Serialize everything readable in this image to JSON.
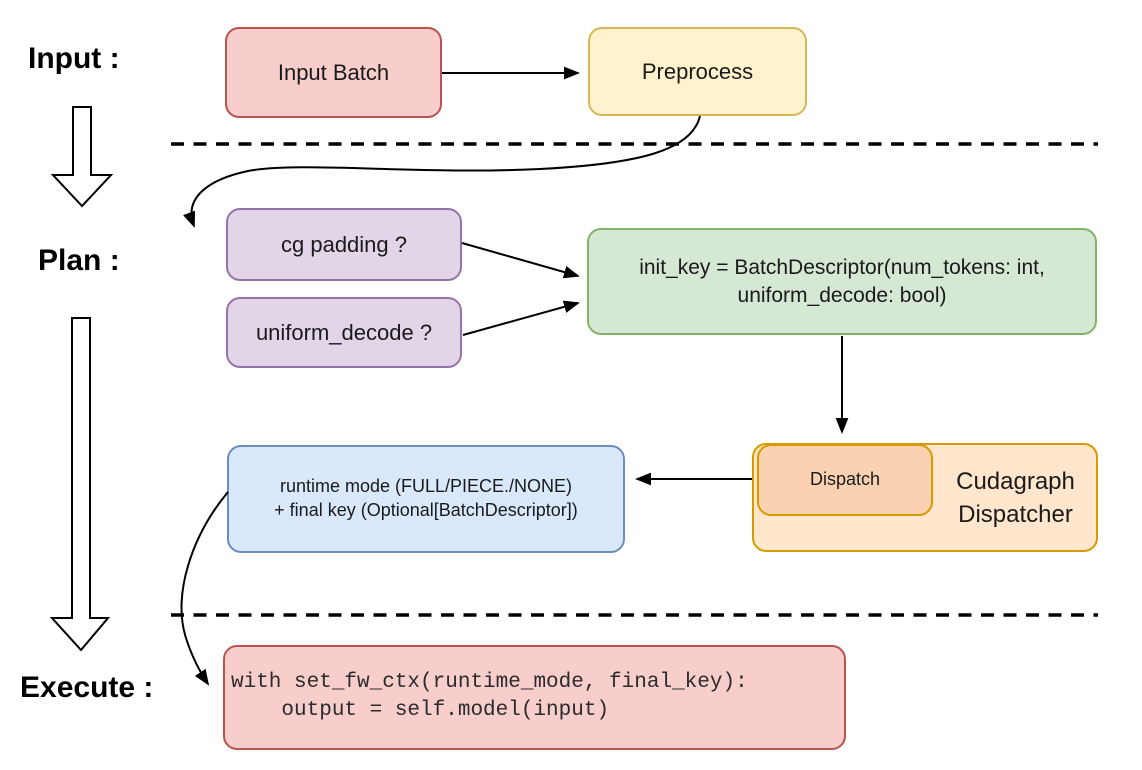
{
  "stages": {
    "input": "Input :",
    "plan": "Plan :",
    "execute": "Execute :"
  },
  "nodes": {
    "input_batch": {
      "label": "Input Batch"
    },
    "preprocess": {
      "label": "Preprocess"
    },
    "cg_padding": {
      "label": "cg padding ?"
    },
    "uniform_decode": {
      "label": "uniform_decode ?"
    },
    "init_key": {
      "line1": "init_key = BatchDescriptor(num_tokens: int,",
      "line2": "uniform_decode: bool)"
    },
    "runtime_mode": {
      "line1": "runtime mode (FULL/PIECE./NONE)",
      "line2": "+ final key (Optional[BatchDescriptor])"
    },
    "dispatch": {
      "label": "Dispatch"
    },
    "cudagraph_dispatcher": {
      "line1": "Cudagraph",
      "line2": "Dispatcher"
    },
    "execute_code": {
      "line1": "with set_fw_ctx(runtime_mode, final_key):",
      "line2": "    output = self.model(input)"
    }
  },
  "colors": {
    "red-fill": "#F8CECC",
    "red-stroke": "#B85450",
    "yellow-fill": "#FFF2CC",
    "yellow-stroke": "#D6B656",
    "purple-fill": "#E1D5E7",
    "purple-stroke": "#9673A6",
    "green-fill": "#D5E8D4",
    "green-stroke": "#82B366",
    "blue-fill": "#DAE8FC",
    "blue-stroke": "#6C8EBF",
    "orange-fill": "#FFE6CC",
    "orange-inner-fill": "#FAD2B1",
    "orange-stroke": "#D79B00",
    "line-color": "#000000",
    "text-color": "#1A1A1A",
    "canvas-bg": "#FFFFFF"
  }
}
